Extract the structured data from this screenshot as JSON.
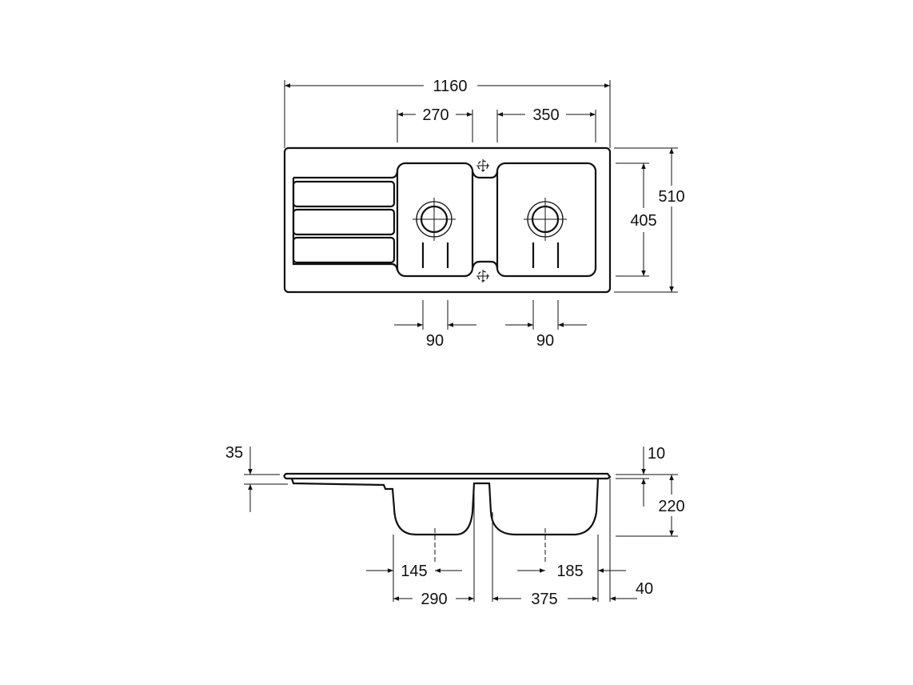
{
  "drawing": {
    "top_view": {
      "overall_width": "1160",
      "bowl_left_width": "270",
      "bowl_right_width": "350",
      "overall_depth": "510",
      "bowl_depth": "405",
      "drain_left_spacing": "90",
      "drain_right_spacing": "90"
    },
    "side_view": {
      "drainer_depth": "35",
      "rim_thickness": "10",
      "bowl_height": "220",
      "drain_left_offset": "145",
      "drain_right_offset": "185",
      "bowl_left_width": "290",
      "bowl_right_width": "375",
      "rim_edge": "40"
    },
    "colors": {
      "line": "#111111",
      "background": "#ffffff"
    }
  }
}
